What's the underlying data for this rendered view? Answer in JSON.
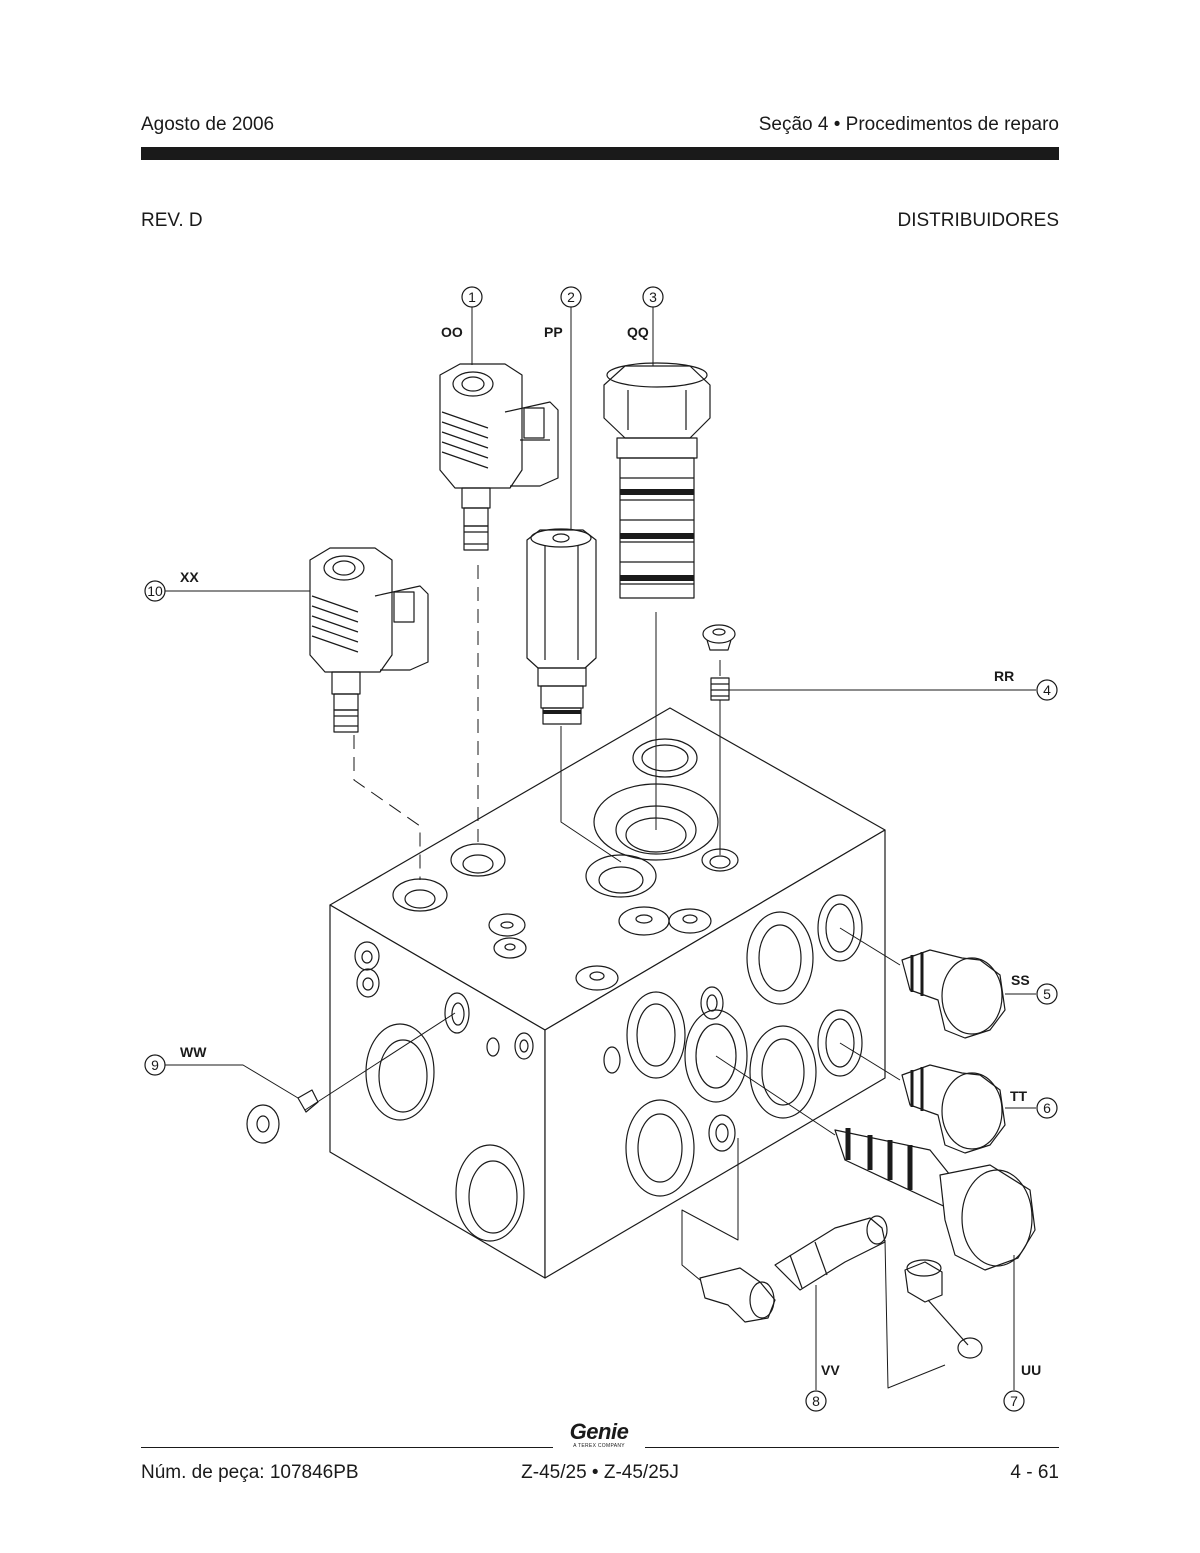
{
  "header": {
    "date": "Agosto de 2006",
    "section": "Seção 4 • Procedimentos de reparo"
  },
  "subheader": {
    "revision": "REV. D",
    "topic": "DISTRIBUIDORES"
  },
  "callouts": [
    {
      "number": "1",
      "code": "OO"
    },
    {
      "number": "2",
      "code": "PP"
    },
    {
      "number": "3",
      "code": "QQ"
    },
    {
      "number": "4",
      "code": "RR"
    },
    {
      "number": "5",
      "code": "SS"
    },
    {
      "number": "6",
      "code": "TT"
    },
    {
      "number": "7",
      "code": "UU"
    },
    {
      "number": "8",
      "code": "VV"
    },
    {
      "number": "9",
      "code": "WW"
    },
    {
      "number": "10",
      "code": "XX"
    }
  ],
  "footer": {
    "part_number": "Núm. de peça: 107846PB",
    "model": "Z-45/25 • Z-45/25J",
    "page": "4 - 61",
    "logo_word": "Genie",
    "logo_sub": "A TEREX COMPANY"
  }
}
